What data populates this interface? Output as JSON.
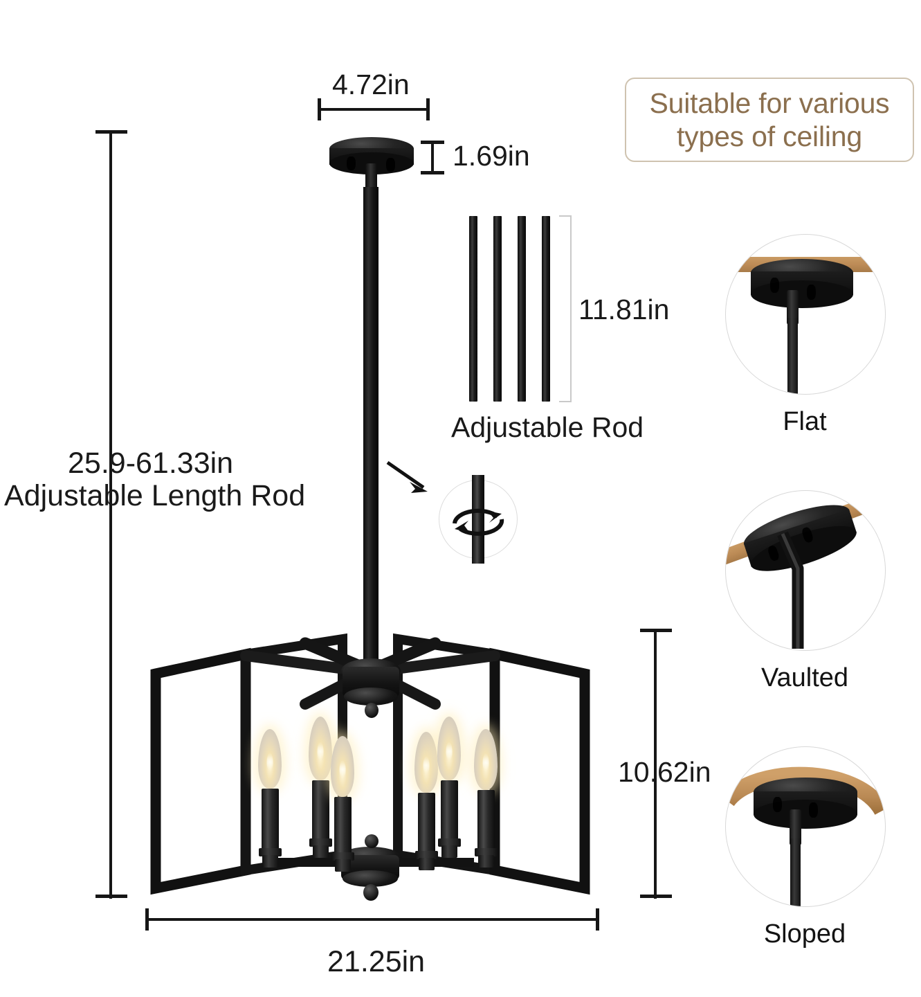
{
  "document": {
    "type": "product-dimension-spec",
    "product": "6-light adjustable rod chandelier",
    "background_color": "#ffffff"
  },
  "callout": {
    "line1": "Suitable for various",
    "line2": "types of ceiling",
    "text_color": "#8b6f4e",
    "border_color": "#cfc3b0"
  },
  "dimensions": {
    "canopy_width": "4.72in",
    "canopy_height": "1.69in",
    "rod_segment_length": "11.81in",
    "rod_label": "Adjustable Rod",
    "total_length_value": "25.9-61.33in",
    "total_length_label": "Adjustable Length Rod",
    "fixture_height": "10.62in",
    "fixture_width": "21.25in"
  },
  "ceiling_types": [
    {
      "name": "Flat",
      "caption": "Flat"
    },
    {
      "name": "Vaulted",
      "caption": "Vaulted"
    },
    {
      "name": "Sloped",
      "caption": "Sloped"
    }
  ],
  "rods": {
    "count": 4,
    "color": "#111111"
  },
  "fixture": {
    "light_count": 6,
    "finish_color": "#121212",
    "accent_color": "#c99a63"
  }
}
